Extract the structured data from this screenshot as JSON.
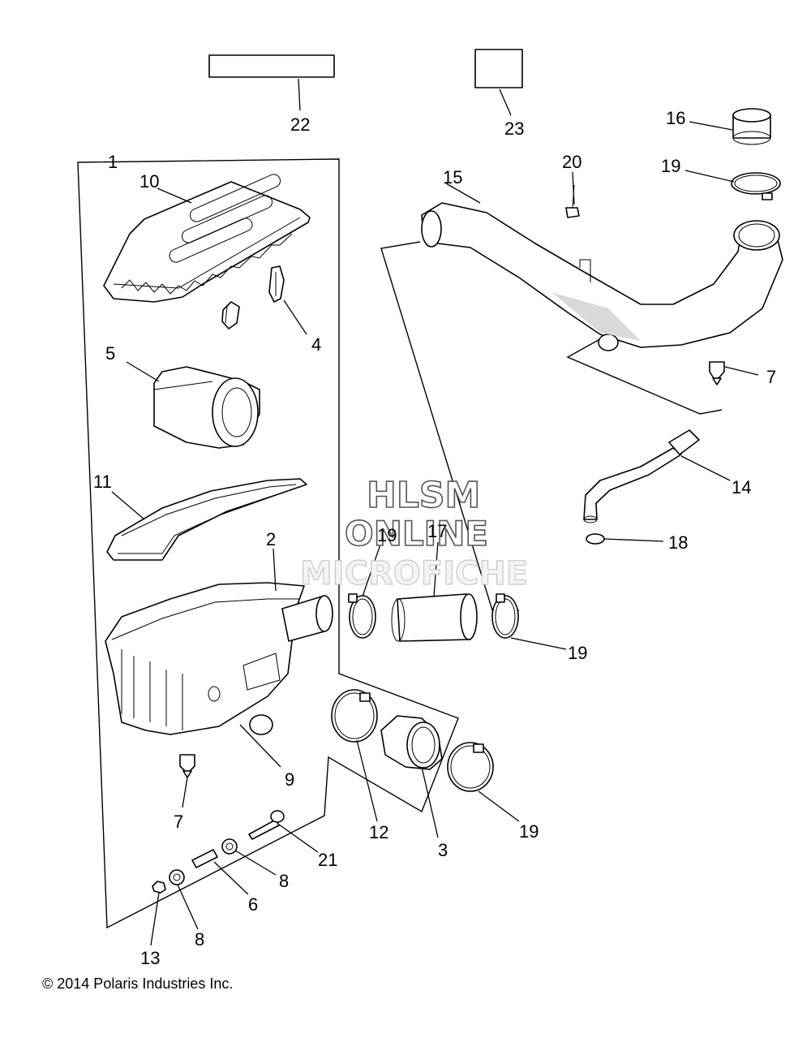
{
  "callouts": {
    "c1": "1",
    "c2": "2",
    "c3": "3",
    "c4": "4",
    "c5": "5",
    "c6": "6",
    "c7a": "7",
    "c7b": "7",
    "c8a": "8",
    "c8b": "8",
    "c9": "9",
    "c10": "10",
    "c11": "11",
    "c12": "12",
    "c13": "13",
    "c14": "14",
    "c15": "15",
    "c16": "16",
    "c17": "17",
    "c18": "18",
    "c19a": "19",
    "c19b": "19",
    "c19c": "19",
    "c19d": "19",
    "c20": "20",
    "c21": "21",
    "c22": "22",
    "c23": "23"
  },
  "watermark": {
    "line1": "HLSM",
    "line2": "ONLINE",
    "line3": "MICROFICHE"
  },
  "copyright": "© 2014 Polaris Industries Inc."
}
